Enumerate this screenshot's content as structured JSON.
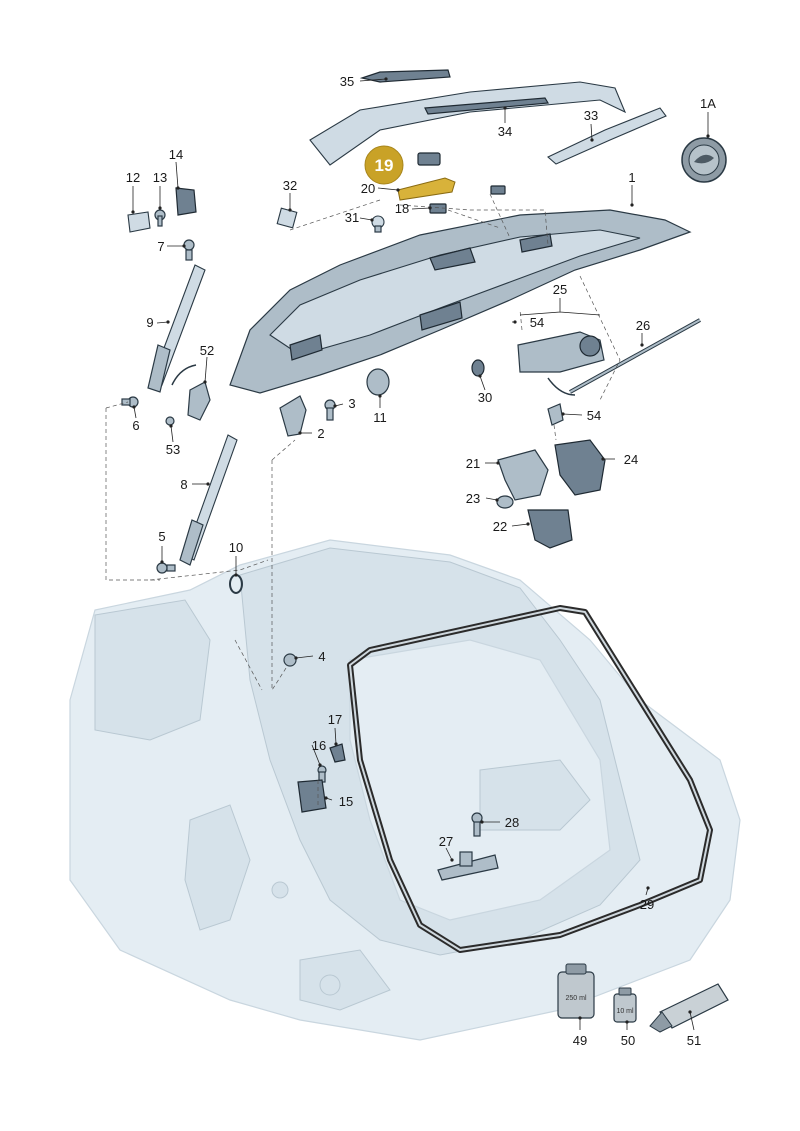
{
  "callouts": [
    {
      "id": "c35",
      "label": "35"
    },
    {
      "id": "c34",
      "label": "34"
    },
    {
      "id": "c33",
      "label": "33"
    },
    {
      "id": "c1A",
      "label": "1A"
    },
    {
      "id": "c1",
      "label": "1"
    },
    {
      "id": "c14",
      "label": "14"
    },
    {
      "id": "c12",
      "label": "12"
    },
    {
      "id": "c13",
      "label": "13"
    },
    {
      "id": "c32",
      "label": "32"
    },
    {
      "id": "c20",
      "label": "20"
    },
    {
      "id": "c18",
      "label": "18"
    },
    {
      "id": "c31",
      "label": "31"
    },
    {
      "id": "c7",
      "label": "7"
    },
    {
      "id": "c9",
      "label": "9"
    },
    {
      "id": "c25",
      "label": "25"
    },
    {
      "id": "c54a",
      "label": "54"
    },
    {
      "id": "c26",
      "label": "26"
    },
    {
      "id": "c52",
      "label": "52"
    },
    {
      "id": "c6",
      "label": "6"
    },
    {
      "id": "c53",
      "label": "53"
    },
    {
      "id": "c3",
      "label": "3"
    },
    {
      "id": "c2",
      "label": "2"
    },
    {
      "id": "c11",
      "label": "11"
    },
    {
      "id": "c30",
      "label": "30"
    },
    {
      "id": "c54b",
      "label": "54"
    },
    {
      "id": "c21",
      "label": "21"
    },
    {
      "id": "c24",
      "label": "24"
    },
    {
      "id": "c23",
      "label": "23"
    },
    {
      "id": "c22",
      "label": "22"
    },
    {
      "id": "c8",
      "label": "8"
    },
    {
      "id": "c5",
      "label": "5"
    },
    {
      "id": "c10",
      "label": "10"
    },
    {
      "id": "c4",
      "label": "4"
    },
    {
      "id": "c17",
      "label": "17"
    },
    {
      "id": "c16",
      "label": "16"
    },
    {
      "id": "c15",
      "label": "15"
    },
    {
      "id": "c28",
      "label": "28"
    },
    {
      "id": "c27",
      "label": "27"
    },
    {
      "id": "c29",
      "label": "29"
    },
    {
      "id": "c49",
      "label": "49"
    },
    {
      "id": "c50",
      "label": "50"
    },
    {
      "id": "c51",
      "label": "51"
    }
  ],
  "highlight": {
    "label": "19",
    "color": "#c9a227"
  },
  "containers": {
    "large": "250 ml",
    "small": "10 ml"
  },
  "colors": {
    "ghost_body": "#e4edf3",
    "part": "#aebdc8",
    "part_dark": "#6f8191",
    "highlight": "#c9a227"
  }
}
